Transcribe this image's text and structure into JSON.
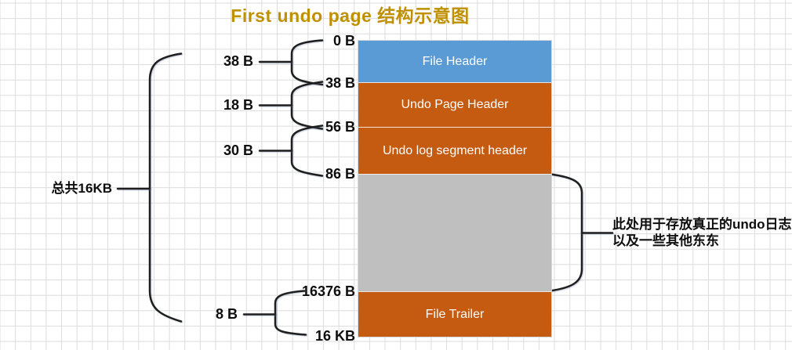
{
  "title": {
    "text": "First undo page 结构示意图",
    "color": "#BF9000"
  },
  "diagram": {
    "blocks": [
      {
        "label": "File Header",
        "color": "#5B9BD5",
        "text_color": "#FFFFFF"
      },
      {
        "label": "Undo Page Header",
        "color": "#C55A11",
        "text_color": "#FFFFFF"
      },
      {
        "label": "Undo log segment header",
        "color": "#C55A11",
        "text_color": "#FFFFFF"
      },
      {
        "label": "",
        "color": "#BFBFBF",
        "text_color": "#FFFFFF"
      },
      {
        "label": "File Trailer",
        "color": "#C55A11",
        "text_color": "#FFFFFF"
      }
    ],
    "boundary_labels": [
      {
        "label": "0 B"
      },
      {
        "label": "38 B"
      },
      {
        "label": "56 B"
      },
      {
        "label": "86 B"
      },
      {
        "label": "16376 B"
      },
      {
        "label": "16 KB"
      }
    ],
    "segment_sizes": [
      {
        "label": "38 B"
      },
      {
        "label": "18 B"
      },
      {
        "label": "30 B"
      },
      {
        "label": "8 B"
      }
    ],
    "total_size_label": "总共16KB",
    "annotation": {
      "line1": "此处用于存放真正的undo日志",
      "line2": "以及一些其他东东"
    },
    "line_color": "#1f1f1f",
    "grid_color": "#dcdcdc"
  }
}
